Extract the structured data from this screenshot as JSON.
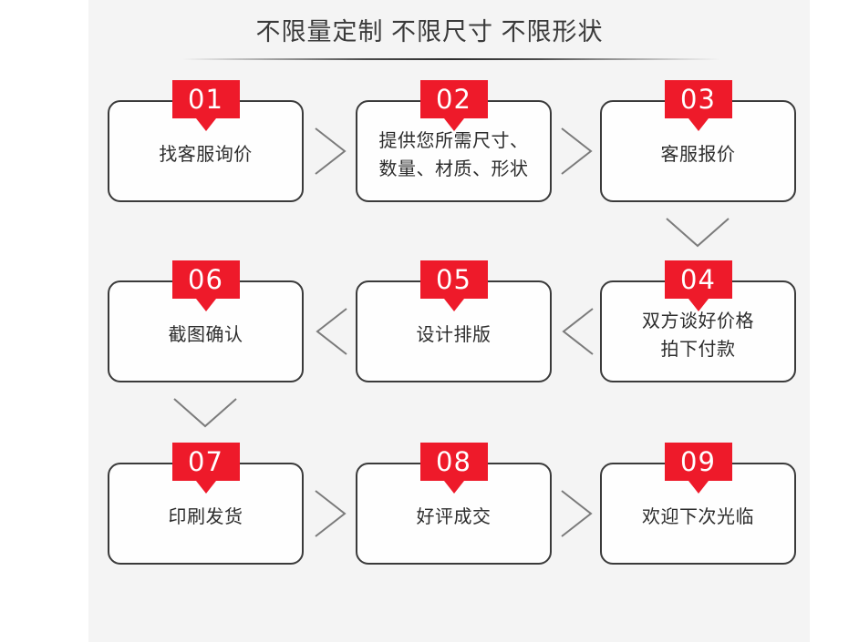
{
  "page": {
    "title": "不限量定制 不限尺寸 不限形状",
    "background_color": "#ffffff",
    "panel_color": "#f4f4f4",
    "accent_color": "#ee1a2a",
    "border_color": "#3a3a3a",
    "text_color": "#2d2d2d"
  },
  "flow": {
    "steps": [
      {
        "number": "01",
        "label": "找客服询价"
      },
      {
        "number": "02",
        "label": "提供您所需尺寸、\n数量、材质、形状"
      },
      {
        "number": "03",
        "label": "客服报价"
      },
      {
        "number": "04",
        "label": "双方谈好价格\n拍下付款"
      },
      {
        "number": "05",
        "label": "设计排版"
      },
      {
        "number": "06",
        "label": "截图确认"
      },
      {
        "number": "07",
        "label": "印刷发货"
      },
      {
        "number": "08",
        "label": "好评成交"
      },
      {
        "number": "09",
        "label": "欢迎下次光临"
      }
    ],
    "connectors": [
      {
        "name": "arrow-01-to-02",
        "direction": "right"
      },
      {
        "name": "arrow-02-to-03",
        "direction": "right"
      },
      {
        "name": "arrow-03-to-04",
        "direction": "down"
      },
      {
        "name": "arrow-04-to-05",
        "direction": "left"
      },
      {
        "name": "arrow-05-to-06",
        "direction": "left"
      },
      {
        "name": "arrow-06-to-07",
        "direction": "down"
      },
      {
        "name": "arrow-07-to-08",
        "direction": "right"
      },
      {
        "name": "arrow-08-to-09",
        "direction": "right"
      }
    ]
  }
}
